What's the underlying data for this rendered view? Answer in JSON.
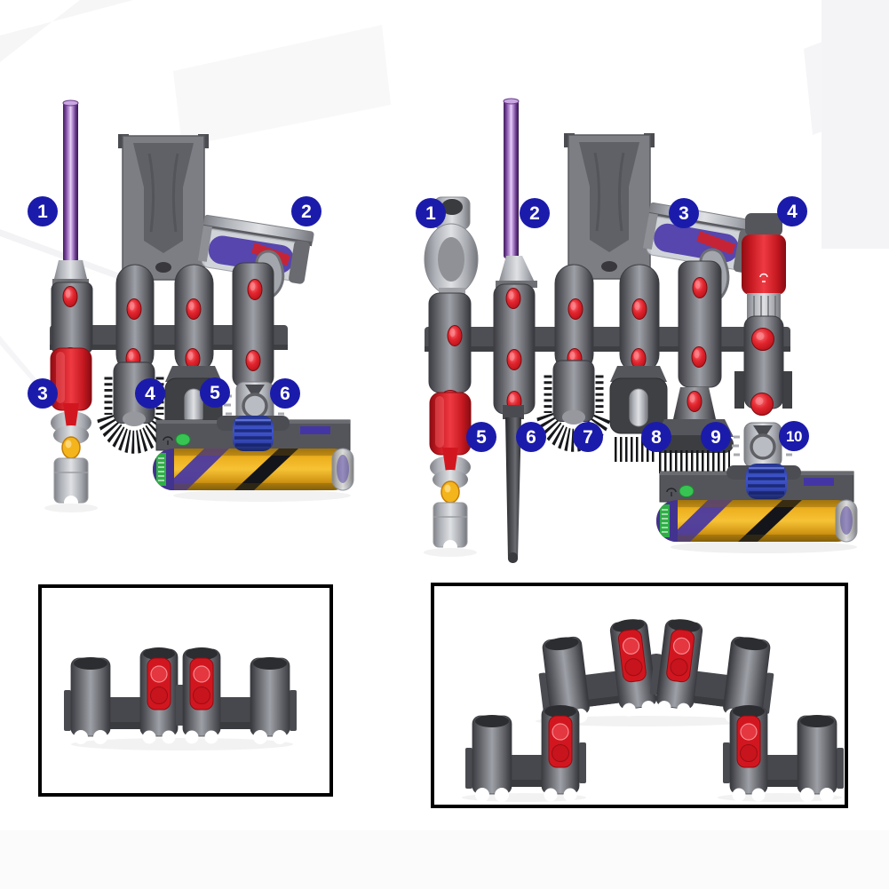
{
  "image": {
    "type": "vacuum-accessory-holder-product-image",
    "background_color": "#ffffff"
  },
  "colors": {
    "callout_badge_blue": "#1b1bab",
    "badge_text": "#ffffff",
    "accent_red": "#d2161f",
    "wand_purple": "#8a4fb0",
    "roller_yellow": "#f2b01e",
    "roller_purple": "#4b3aa0",
    "label_green": "#2fae47",
    "accordion_blue": "#3a50c4",
    "body_gray": "#5e5f65",
    "inset_border": "#000000"
  },
  "left_assembly": {
    "badges": [
      "1",
      "2",
      "3",
      "4",
      "5",
      "6"
    ]
  },
  "right_assembly": {
    "badges": [
      "1",
      "2",
      "3",
      "4",
      "5",
      "6",
      "7",
      "8",
      "9",
      "10"
    ]
  }
}
